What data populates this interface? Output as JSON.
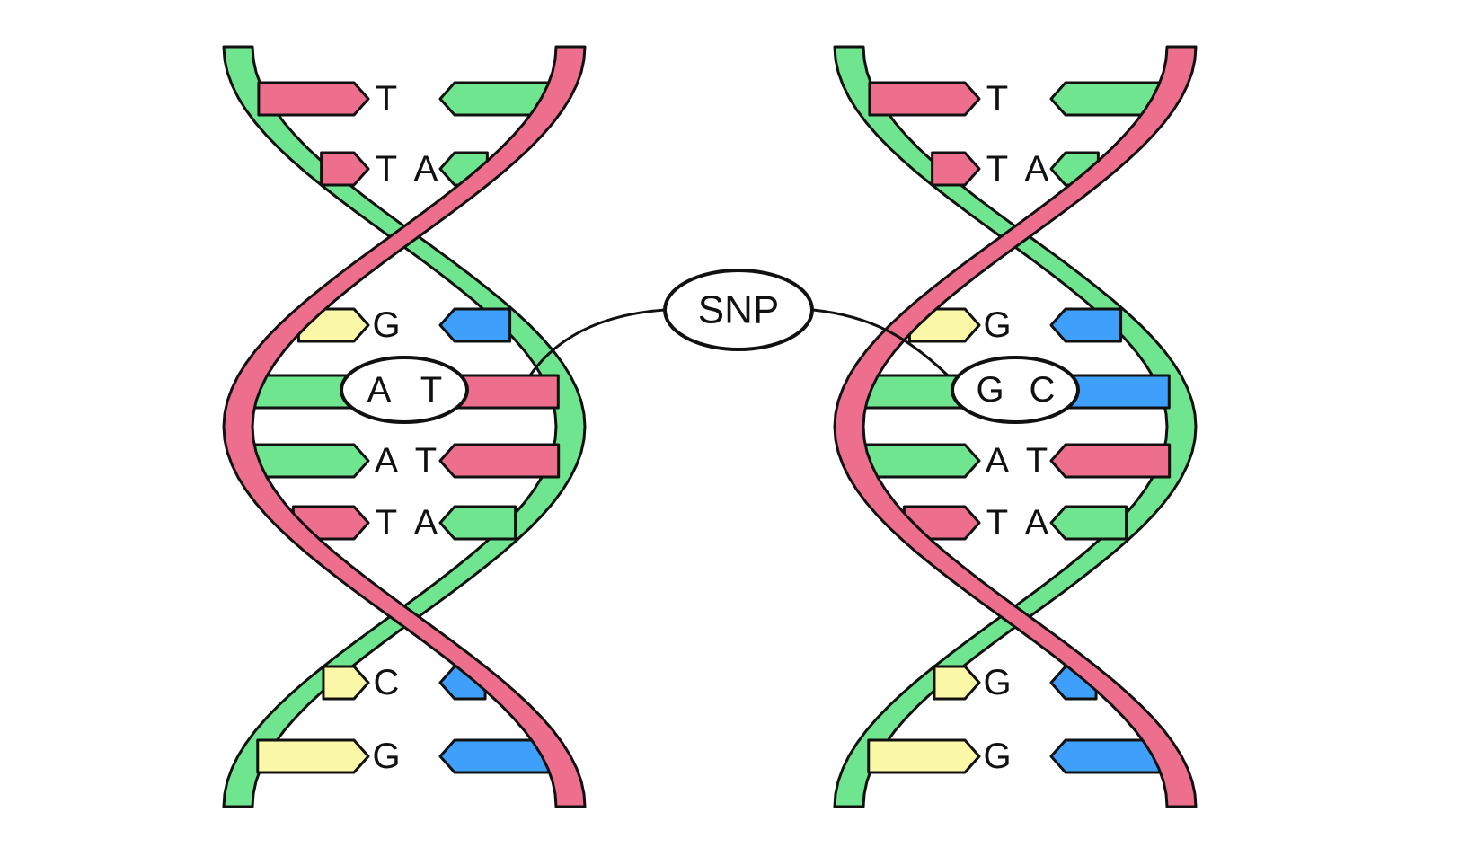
{
  "colors": {
    "pink": "#ee6f8d",
    "green": "#6ee58e",
    "yellow": "#fbf8a8",
    "blue": "#3ea0fb",
    "outline": "#111111"
  },
  "callout": {
    "label": "SNP"
  },
  "helices": [
    {
      "id": "left",
      "highlight": {
        "left": "A",
        "right": "T"
      },
      "rungs": [
        {
          "left": "T",
          "right": "",
          "lcolor": "pink",
          "rcolor": "green"
        },
        {
          "left": "T",
          "right": "A",
          "lcolor": "pink",
          "rcolor": "green"
        },
        {
          "left": "G",
          "right": "",
          "lcolor": "yellow",
          "rcolor": "blue"
        },
        {
          "left": "",
          "right": "",
          "lcolor": "green",
          "rcolor": "pink"
        },
        {
          "left": "A",
          "right": "T",
          "lcolor": "green",
          "rcolor": "pink"
        },
        {
          "left": "T",
          "right": "A",
          "lcolor": "pink",
          "rcolor": "green"
        },
        {
          "left": "C",
          "right": "",
          "lcolor": "yellow",
          "rcolor": "blue"
        },
        {
          "left": "G",
          "right": "",
          "lcolor": "yellow",
          "rcolor": "blue"
        }
      ]
    },
    {
      "id": "right",
      "highlight": {
        "left": "G",
        "right": "C"
      },
      "rungs": [
        {
          "left": "T",
          "right": "",
          "lcolor": "pink",
          "rcolor": "green"
        },
        {
          "left": "T",
          "right": "A",
          "lcolor": "pink",
          "rcolor": "green"
        },
        {
          "left": "G",
          "right": "",
          "lcolor": "yellow",
          "rcolor": "blue"
        },
        {
          "left": "",
          "right": "",
          "lcolor": "green",
          "rcolor": "blue"
        },
        {
          "left": "A",
          "right": "T",
          "lcolor": "green",
          "rcolor": "pink"
        },
        {
          "left": "T",
          "right": "A",
          "lcolor": "pink",
          "rcolor": "green"
        },
        {
          "left": "G",
          "right": "",
          "lcolor": "yellow",
          "rcolor": "blue"
        },
        {
          "left": "G",
          "right": "",
          "lcolor": "yellow",
          "rcolor": "blue"
        }
      ]
    }
  ]
}
